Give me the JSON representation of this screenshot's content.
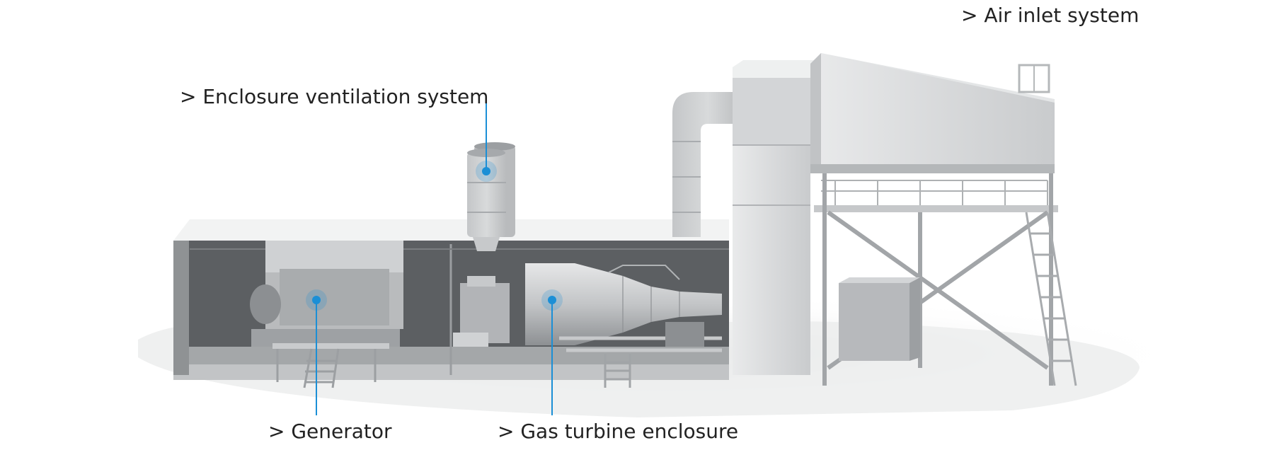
{
  "callouts": {
    "air_inlet": "> Air inlet system",
    "ventilation": "> Enclosure ventilation system",
    "generator": "> Generator",
    "gas_turbine": "> Gas turbine enclosure"
  },
  "colors": {
    "accent": "#1b8fd6",
    "text": "#222222"
  }
}
